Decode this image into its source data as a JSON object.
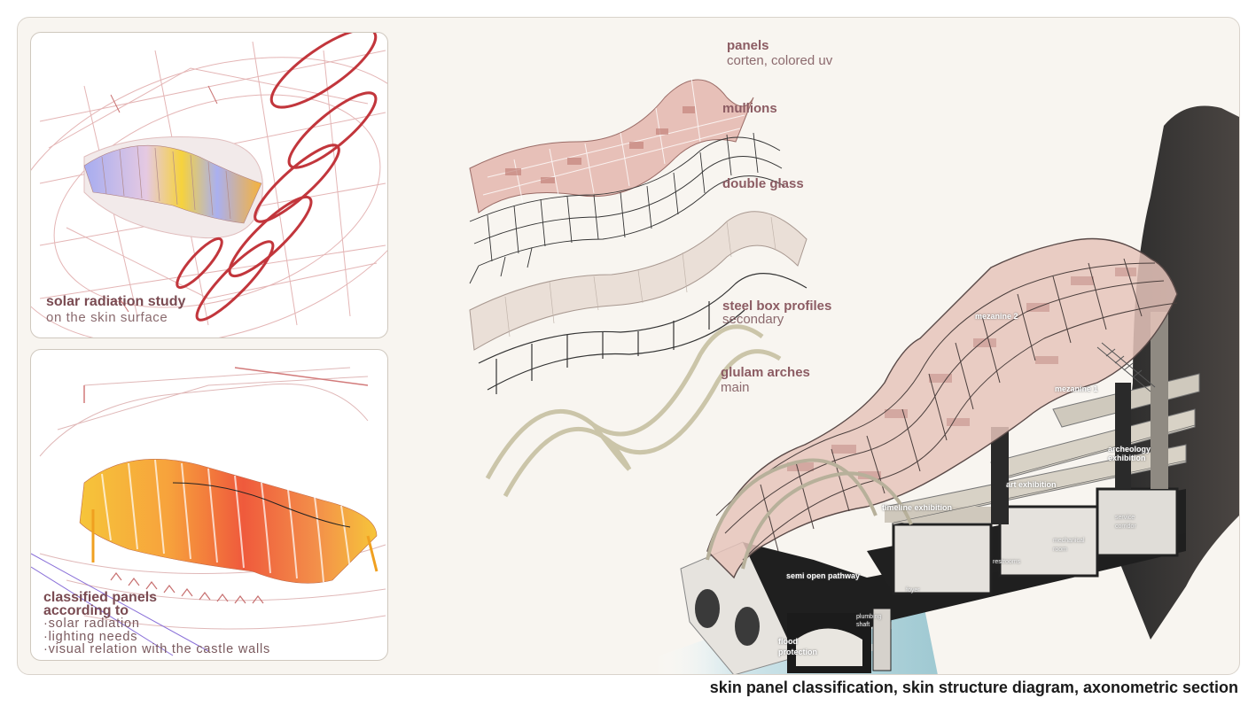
{
  "panel1": {
    "title": "solar radiation study",
    "subtitle": "on the skin surface"
  },
  "panel2": {
    "title_line1": "classified panels",
    "title_line2": "according to",
    "items": [
      "·solar radiation",
      "·lighting needs",
      "·visual relation with the castle walls"
    ]
  },
  "layers": {
    "panels": {
      "title": "panels",
      "subtitle": "corten, colored uv"
    },
    "mullions": {
      "title": "mullions"
    },
    "double_glass": {
      "title": "double glass"
    },
    "steel": {
      "title": "steel box profiles",
      "subtitle": "secondary"
    },
    "glulam": {
      "title": "glulam arches",
      "subtitle": "main"
    }
  },
  "rooms": {
    "mezanine2": "mezanine 2",
    "mezanine1": "mezanine 1",
    "archeology": "archeology exhibition",
    "art": "art exhibition",
    "timeline": "timeline exhibition",
    "service": "service corridor",
    "mechanical": "mechanical room",
    "restrooms": "restrooms",
    "semi_open": "semi open pathway",
    "foyer": "foyer",
    "plumbing": "plumbing shaft",
    "flood": "flood protection"
  },
  "footer": "skin panel classification, skin structure diagram, axonometric section",
  "colors": {
    "accent": "#7a4b52",
    "sun_path": "#c2363c",
    "panel_pink": "#d9a9a0",
    "heat_red": "#ef5a3c",
    "heat_orange": "#f7a23c",
    "heat_yellow": "#f5d53c",
    "cool_blue": "#9aa5e6"
  }
}
